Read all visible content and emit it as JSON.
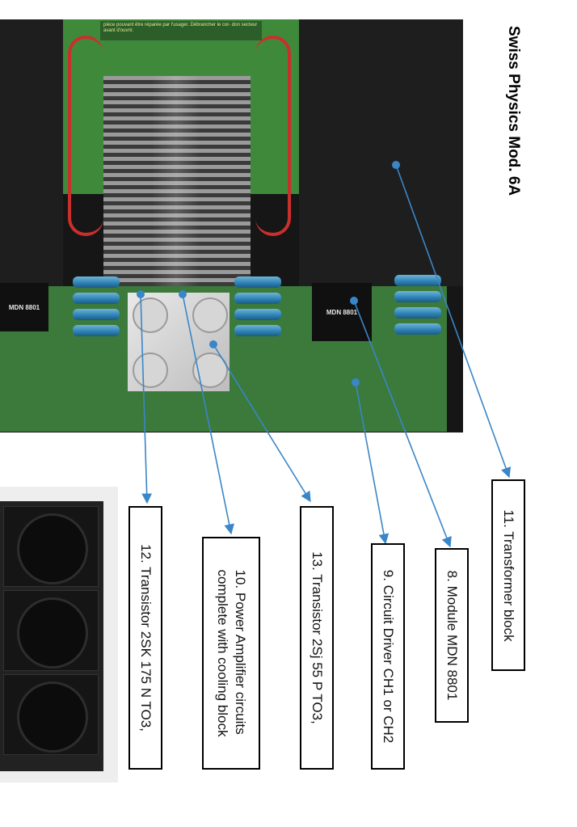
{
  "title": "Swiss Physics Mod. 6A",
  "photo_text": {
    "warning": "pièce pouvant être réparée par l'usager. Débrancher le cor- don secteur avant d'ouvrir.",
    "module_left": "MDN 8801",
    "module_right": "MDN 8801"
  },
  "callouts": [
    {
      "id": "11",
      "text": "11. Transformer block"
    },
    {
      "id": "8",
      "text": "8. Module MDN 8801"
    },
    {
      "id": "9",
      "text": "9. Circuit Driver CH1 or CH2"
    },
    {
      "id": "13",
      "text": "13. Transistor 2Sj 55 P TO3,"
    },
    {
      "id": "10",
      "line1": "10. Power Amplifier circuits",
      "line2": "complete with cooling block"
    },
    {
      "id": "12",
      "text": "12. Transistor 2SK 175 N TO3,"
    }
  ],
  "colors": {
    "marker": "#3a86c8",
    "pcb": "#3b7a3a",
    "capacitor": "#2b7fb2"
  }
}
